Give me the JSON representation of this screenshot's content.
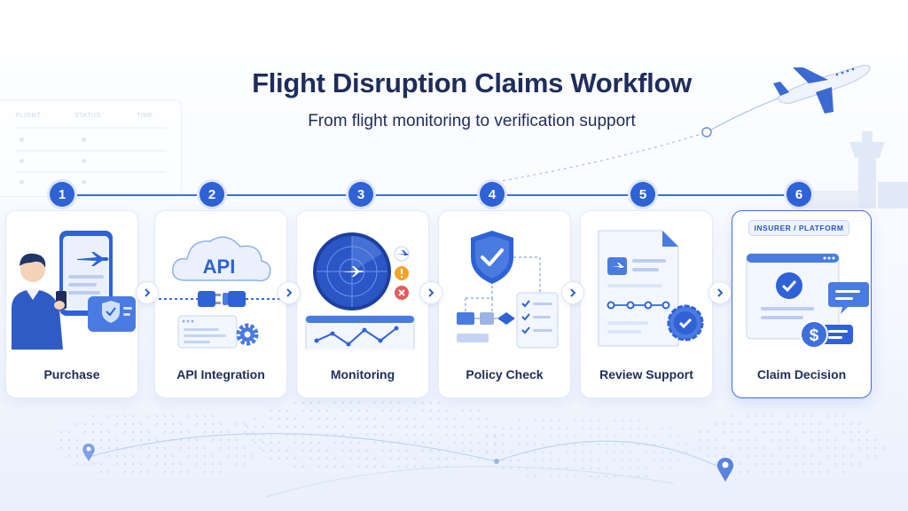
{
  "header": {
    "title": "Flight Disruption Claims Workflow",
    "subtitle": "From flight monitoring to verification support"
  },
  "background_board": {
    "columns": [
      "FLIGHT",
      "STATUS",
      "TIME"
    ]
  },
  "steps": [
    {
      "number": "1",
      "label": "Purchase"
    },
    {
      "number": "2",
      "label": "API Integration"
    },
    {
      "number": "3",
      "label": "Monitoring"
    },
    {
      "number": "4",
      "label": "Policy Check"
    },
    {
      "number": "5",
      "label": "Review Support"
    },
    {
      "number": "6",
      "label": "Claim Decision",
      "badge": "INSURER / PLATFORM"
    }
  ],
  "illustration_text": {
    "api_cloud": "API",
    "claim_currency": "$"
  },
  "colors": {
    "primary": "#2f62d6",
    "title": "#1e2d5c",
    "alert_warning": "#f2a42a",
    "alert_error": "#e25b5b",
    "card_border_highlight": "#3d6fdc"
  },
  "icons": {
    "arrow": "chevron-right-icon",
    "airplane": "airplane-icon",
    "check": "check-icon",
    "gear": "gear-icon",
    "shield": "shield-check-icon",
    "location": "location-pin-icon"
  }
}
